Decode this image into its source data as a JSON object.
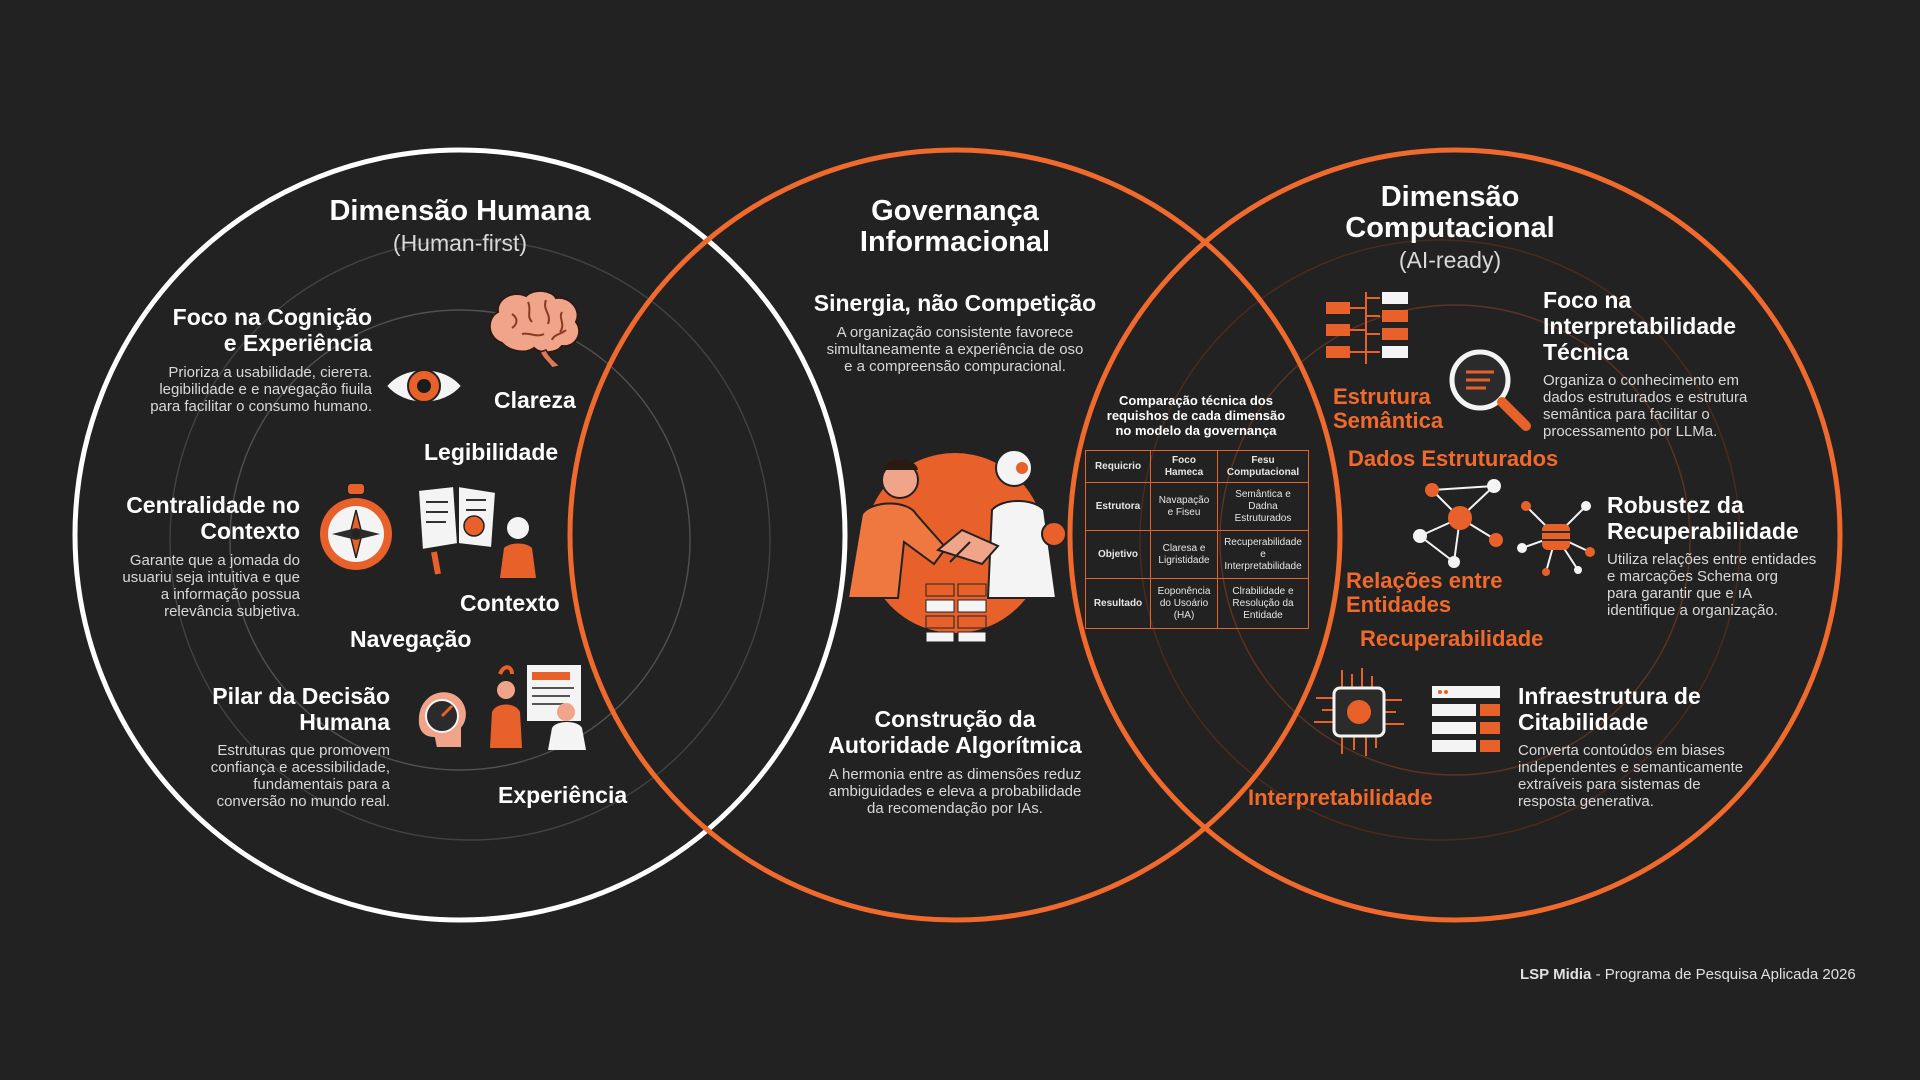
{
  "human": {
    "title": "Dimensão Humana",
    "subtitle": "(Human-first)",
    "blocks": [
      {
        "heading": "Foco na Cognição\ne Experiência",
        "text": "Prioriza a usabilidade, ciereтa.\nlegibilidade e e navegação fiuila\npara facilitar o consumo humano."
      },
      {
        "heading": "Centralidade no\nContexto",
        "text": "Garante que a jomada do\nusuariu seja intuitiva e que\na informação possua\nrelevância subjetiva."
      },
      {
        "heading": "Pilar da Decisão\nHumana",
        "text": "Estruturas que promovem\nconfiança e acessibilidade,\nfundamentais para a\nconversão no mundo real."
      }
    ],
    "keywords": [
      "Clareza",
      "Legibilidade",
      "Contexto",
      "Navegação",
      "Experiência"
    ]
  },
  "governance": {
    "title": "Governança\nInformacional",
    "synergy_heading": "Sinergia, não Competição",
    "synergy_text": "A organização consistente favorece\nsimultaneamente a experiência de oso\ne a compreensão compuracional.",
    "authority_heading": "Construção da\nAutoridade Algorítmica",
    "authority_text": "A hermonia entre as dimensões reduz\nambiguidades e eleva a probabilidade\nda recomendação por IAs."
  },
  "table": {
    "title": "Comparação técnica dos\nrequishos de cada dimensão\nno modelo da governança",
    "header": [
      "Requicrio",
      "Foco\nHameca",
      "Fesu\nComputacional"
    ],
    "rows": [
      [
        "Estrutora",
        "Navapação\ne Fiseu",
        "Semântica e\nDadna\nEstruturados"
      ],
      [
        "Objetivo",
        "Claresa e\nLigristidade",
        "Recuperabilidade\ne\nInterpretabilidade"
      ],
      [
        "Resultado",
        "Eoponência\ndo Usoário\n(HA)",
        "Clrabilidade e\nResolução da\nEntidade"
      ]
    ]
  },
  "computational": {
    "title": "Dimensão\nComputacional",
    "subtitle": "(AI-ready)",
    "blocks": [
      {
        "heading": "Foco na\nInterpretabilidade\nTécnica",
        "text": "Organiza o conhecimento em\ndados estruturados e estrutura\nsemântica para facilitar o\nprocessamento por LLMa."
      },
      {
        "heading": "Robustez da\nRecuperabilidade",
        "text": "Utiliza relações entre entidades\ne marcações Schema org\npara garantir que e ıA\nidentifique a organização."
      },
      {
        "heading": "Infraestrutura de\nCitabilidade",
        "text": "Converta contoúdos em biases\nindependentes e semanticamente\nextraíveis para sistemas de\nresposta generativa."
      }
    ],
    "keywords": [
      "Estrutura\nSemântica",
      "Dados Estruturados",
      "Relações entre\nEntidades",
      "Recuperabilidade",
      "Interpretabilidade"
    ]
  },
  "footer": {
    "brand": "LSP Midia",
    "text": " - Programa de Pesquisa Aplicada 2026"
  },
  "colors": {
    "background": "#232222",
    "accent": "#f26a2b",
    "human_ring": "#ffffff"
  },
  "icons": [
    "brain-icon",
    "eye-icon",
    "compass-icon",
    "book-icon",
    "decision-icon",
    "people-icon",
    "handshake-robot-icon",
    "blocks-icon",
    "magnifier-icon",
    "network-icon",
    "database-icon",
    "chip-icon",
    "server-icon"
  ]
}
